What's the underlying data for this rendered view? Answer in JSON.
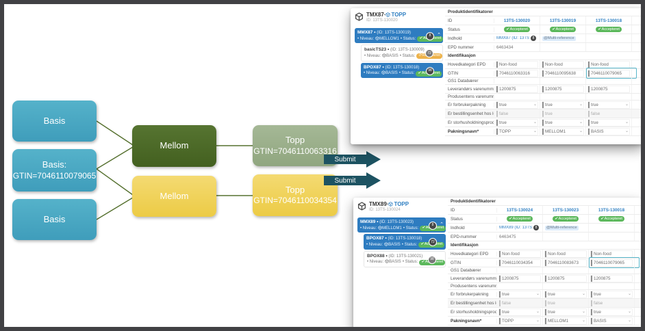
{
  "icons": {
    "check": "✔",
    "refresh": "⟳",
    "chevron_up": "⌃",
    "chevron_down": "⌄"
  },
  "colors": {
    "basis_teal": "#4aa9c4",
    "mellom_green": "#4d6a27",
    "mellom_yellow": "#f0d35e",
    "topp_olive": "#9db18d",
    "arrow_teal": "#1d5362",
    "selected_blue": "#2e7cc0",
    "link_blue": "#2e7fc2",
    "status_green": "#5cb85c",
    "status_amber": "#edb24a",
    "highlight_cyan": "#57b6ca"
  },
  "diagram": {
    "basis1": "Basis",
    "basis2_line1": "Basis:",
    "basis2_line2": "GTIN=7046110079065",
    "basis3": "Basis",
    "mellom_green": "Mellom",
    "mellom_yellow": "Mellom",
    "topp_green_line1": "Topp",
    "topp_green_line2": "GTIN=7046110063316",
    "topp_yellow_line1": "Topp",
    "topp_yellow_line2": "GTIN=7046110034354",
    "submit1": "Submit",
    "submit2": "Submit"
  },
  "panels": [
    {
      "title_name": "TMX87·",
      "title_level": "TOPP",
      "subtitle": "ID: 13TS-130020",
      "sidebar": [
        {
          "name": "MMX87 •",
          "id": "(ID: 13TS-130019)",
          "niveau_prefix": "• Niveau:",
          "niveau": "MELLOM1",
          "status_prefix": "• Status:",
          "status": "Accepteret",
          "status_type": "accepted",
          "badge": "8",
          "selected": true,
          "expanded": true,
          "child": false
        },
        {
          "name": "basicTS23 •",
          "id": "(ID: 13TS-130009)",
          "niveau_prefix": "• Niveau:",
          "niveau": "BASIS",
          "status_prefix": "• Status:",
          "status": "Returneret",
          "status_type": "returned",
          "badge": "72",
          "selected": false,
          "expanded": false,
          "child": true
        },
        {
          "name": "BPOX87 •",
          "id": "(ID: 13TS-130018)",
          "niveau_prefix": "• Niveau:",
          "niveau": "BASIS",
          "status_prefix": "• Status:",
          "status": "Accepteret",
          "status_type": "accepted",
          "badge": "98",
          "selected": true,
          "expanded": false,
          "child": true
        }
      ],
      "table": {
        "rows": [
          {
            "type": "section",
            "label": "Produktidentifikatorer"
          },
          {
            "type": "link",
            "label": "ID",
            "cells": [
              "13TS-130020",
              "13TS-130019",
              "13TS-130018"
            ]
          },
          {
            "type": "badge",
            "label": "Status",
            "cells": [
              "Accepteret",
              "Accepteret",
              "Accepteret"
            ]
          },
          {
            "type": "content",
            "label": "Indhold",
            "link": "MMX87 (ID: 13TS…",
            "link_badge": "8",
            "chip": "@Multi-reference"
          },
          {
            "type": "text",
            "label": "EPD nummer",
            "cells": [
              "6463434",
              "",
              ""
            ]
          },
          {
            "type": "section",
            "label": "Identifikasjon"
          },
          {
            "type": "input",
            "label": "Hovedkategori EPD",
            "cells": [
              "Non-food",
              "Non-food",
              "Non-food"
            ]
          },
          {
            "type": "input",
            "label": "GTIN",
            "cells": [
              "7046110063316",
              "7046110095638",
              "7046110079065"
            ],
            "highlight": 2
          },
          {
            "type": "empty",
            "label": "GS1 Databærer"
          },
          {
            "type": "input",
            "label": "Leverandørs varenummer",
            "cells": [
              "1200875",
              "1200875",
              "1200875"
            ]
          },
          {
            "type": "empty",
            "label": "Produsentens varenummer"
          },
          {
            "type": "select",
            "label": "Er forbrukerpakning",
            "cells": [
              "true",
              "true",
              "true"
            ]
          },
          {
            "type": "disabled",
            "label": "Er bestillingsenhet hos lev…",
            "cells": [
              "false",
              "true",
              "false"
            ]
          },
          {
            "type": "select",
            "label": "Er storhusholdningsprodukt",
            "cells": [
              "true",
              "true",
              "true"
            ]
          },
          {
            "type": "select",
            "label": "Pakningsnavn*",
            "cells": [
              "TOPP",
              "MELLOM1",
              "BASIS"
            ],
            "bold_label": true
          }
        ]
      }
    },
    {
      "title_name": "TMX89·",
      "title_level": "TOPP",
      "subtitle": "ID: 13TS-130024",
      "sidebar": [
        {
          "name": "MMX89 •",
          "id": "(ID: 13TS-130023)",
          "niveau_prefix": "• Niveau:",
          "niveau": "MELLOM1",
          "status_prefix": "• Status:",
          "status": "Accepteret",
          "status_type": "accepted",
          "badge": "8",
          "selected": true,
          "expanded": true,
          "child": false
        },
        {
          "name": "BPOX87 •",
          "id": "(ID: 13TS-130018)",
          "niveau_prefix": "• Niveau:",
          "niveau": "BASIS",
          "status_prefix": "• Status:",
          "status": "Accepteret",
          "status_type": "accepted",
          "badge": "72",
          "selected": true,
          "expanded": false,
          "child": true
        },
        {
          "name": "BPOX88 •",
          "id": "(ID: 13TS-130021)",
          "niveau_prefix": "• Niveau:",
          "niveau": "BASIS",
          "status_prefix": "• Status:",
          "status": "Accepteret",
          "status_type": "accepted",
          "badge": "98",
          "selected": false,
          "expanded": false,
          "child": true
        }
      ],
      "table": {
        "rows": [
          {
            "type": "section",
            "label": "Produktidentifikatorer"
          },
          {
            "type": "link",
            "label": "ID",
            "cells": [
              "13TS-130024",
              "13TS-130023",
              "13TS-130018"
            ]
          },
          {
            "type": "badge",
            "label": "Status",
            "cells": [
              "Accepteret",
              "Accepteret",
              "Accepteret"
            ]
          },
          {
            "type": "content",
            "label": "Indhold",
            "link": "MMX89 (ID: 13TS…",
            "link_badge": "8",
            "chip": "@Multi-reference"
          },
          {
            "type": "text",
            "label": "EPD-nummer",
            "cells": [
              "6463475",
              "",
              ""
            ]
          },
          {
            "type": "section",
            "label": "Identifikasjon"
          },
          {
            "type": "input",
            "label": "Hovedkategori EPD",
            "cells": [
              "Non-food",
              "Non-food",
              "Non-food"
            ]
          },
          {
            "type": "input",
            "label": "GTIN",
            "cells": [
              "7046110034354",
              "7046110083673",
              "7046110079065"
            ],
            "highlight": 2
          },
          {
            "type": "empty",
            "label": "GS1 Databærer"
          },
          {
            "type": "input",
            "label": "Leverandørs varenummer",
            "cells": [
              "1200875",
              "1200875",
              "1200875"
            ]
          },
          {
            "type": "empty",
            "label": "Produsentens varenummer"
          },
          {
            "type": "select",
            "label": "Er forbrukerpakning",
            "cells": [
              "true",
              "true",
              "true"
            ]
          },
          {
            "type": "disabled",
            "label": "Er bestillingsenhet hos lev…",
            "cells": [
              "false",
              "true",
              "false"
            ]
          },
          {
            "type": "select",
            "label": "Er storhusholdningsprodukt",
            "cells": [
              "true",
              "true",
              "true"
            ]
          },
          {
            "type": "select",
            "label": "Pakningsnavn*",
            "cells": [
              "TOPP",
              "MELLOM1",
              "BASIS"
            ],
            "bold_label": true
          }
        ]
      }
    }
  ]
}
